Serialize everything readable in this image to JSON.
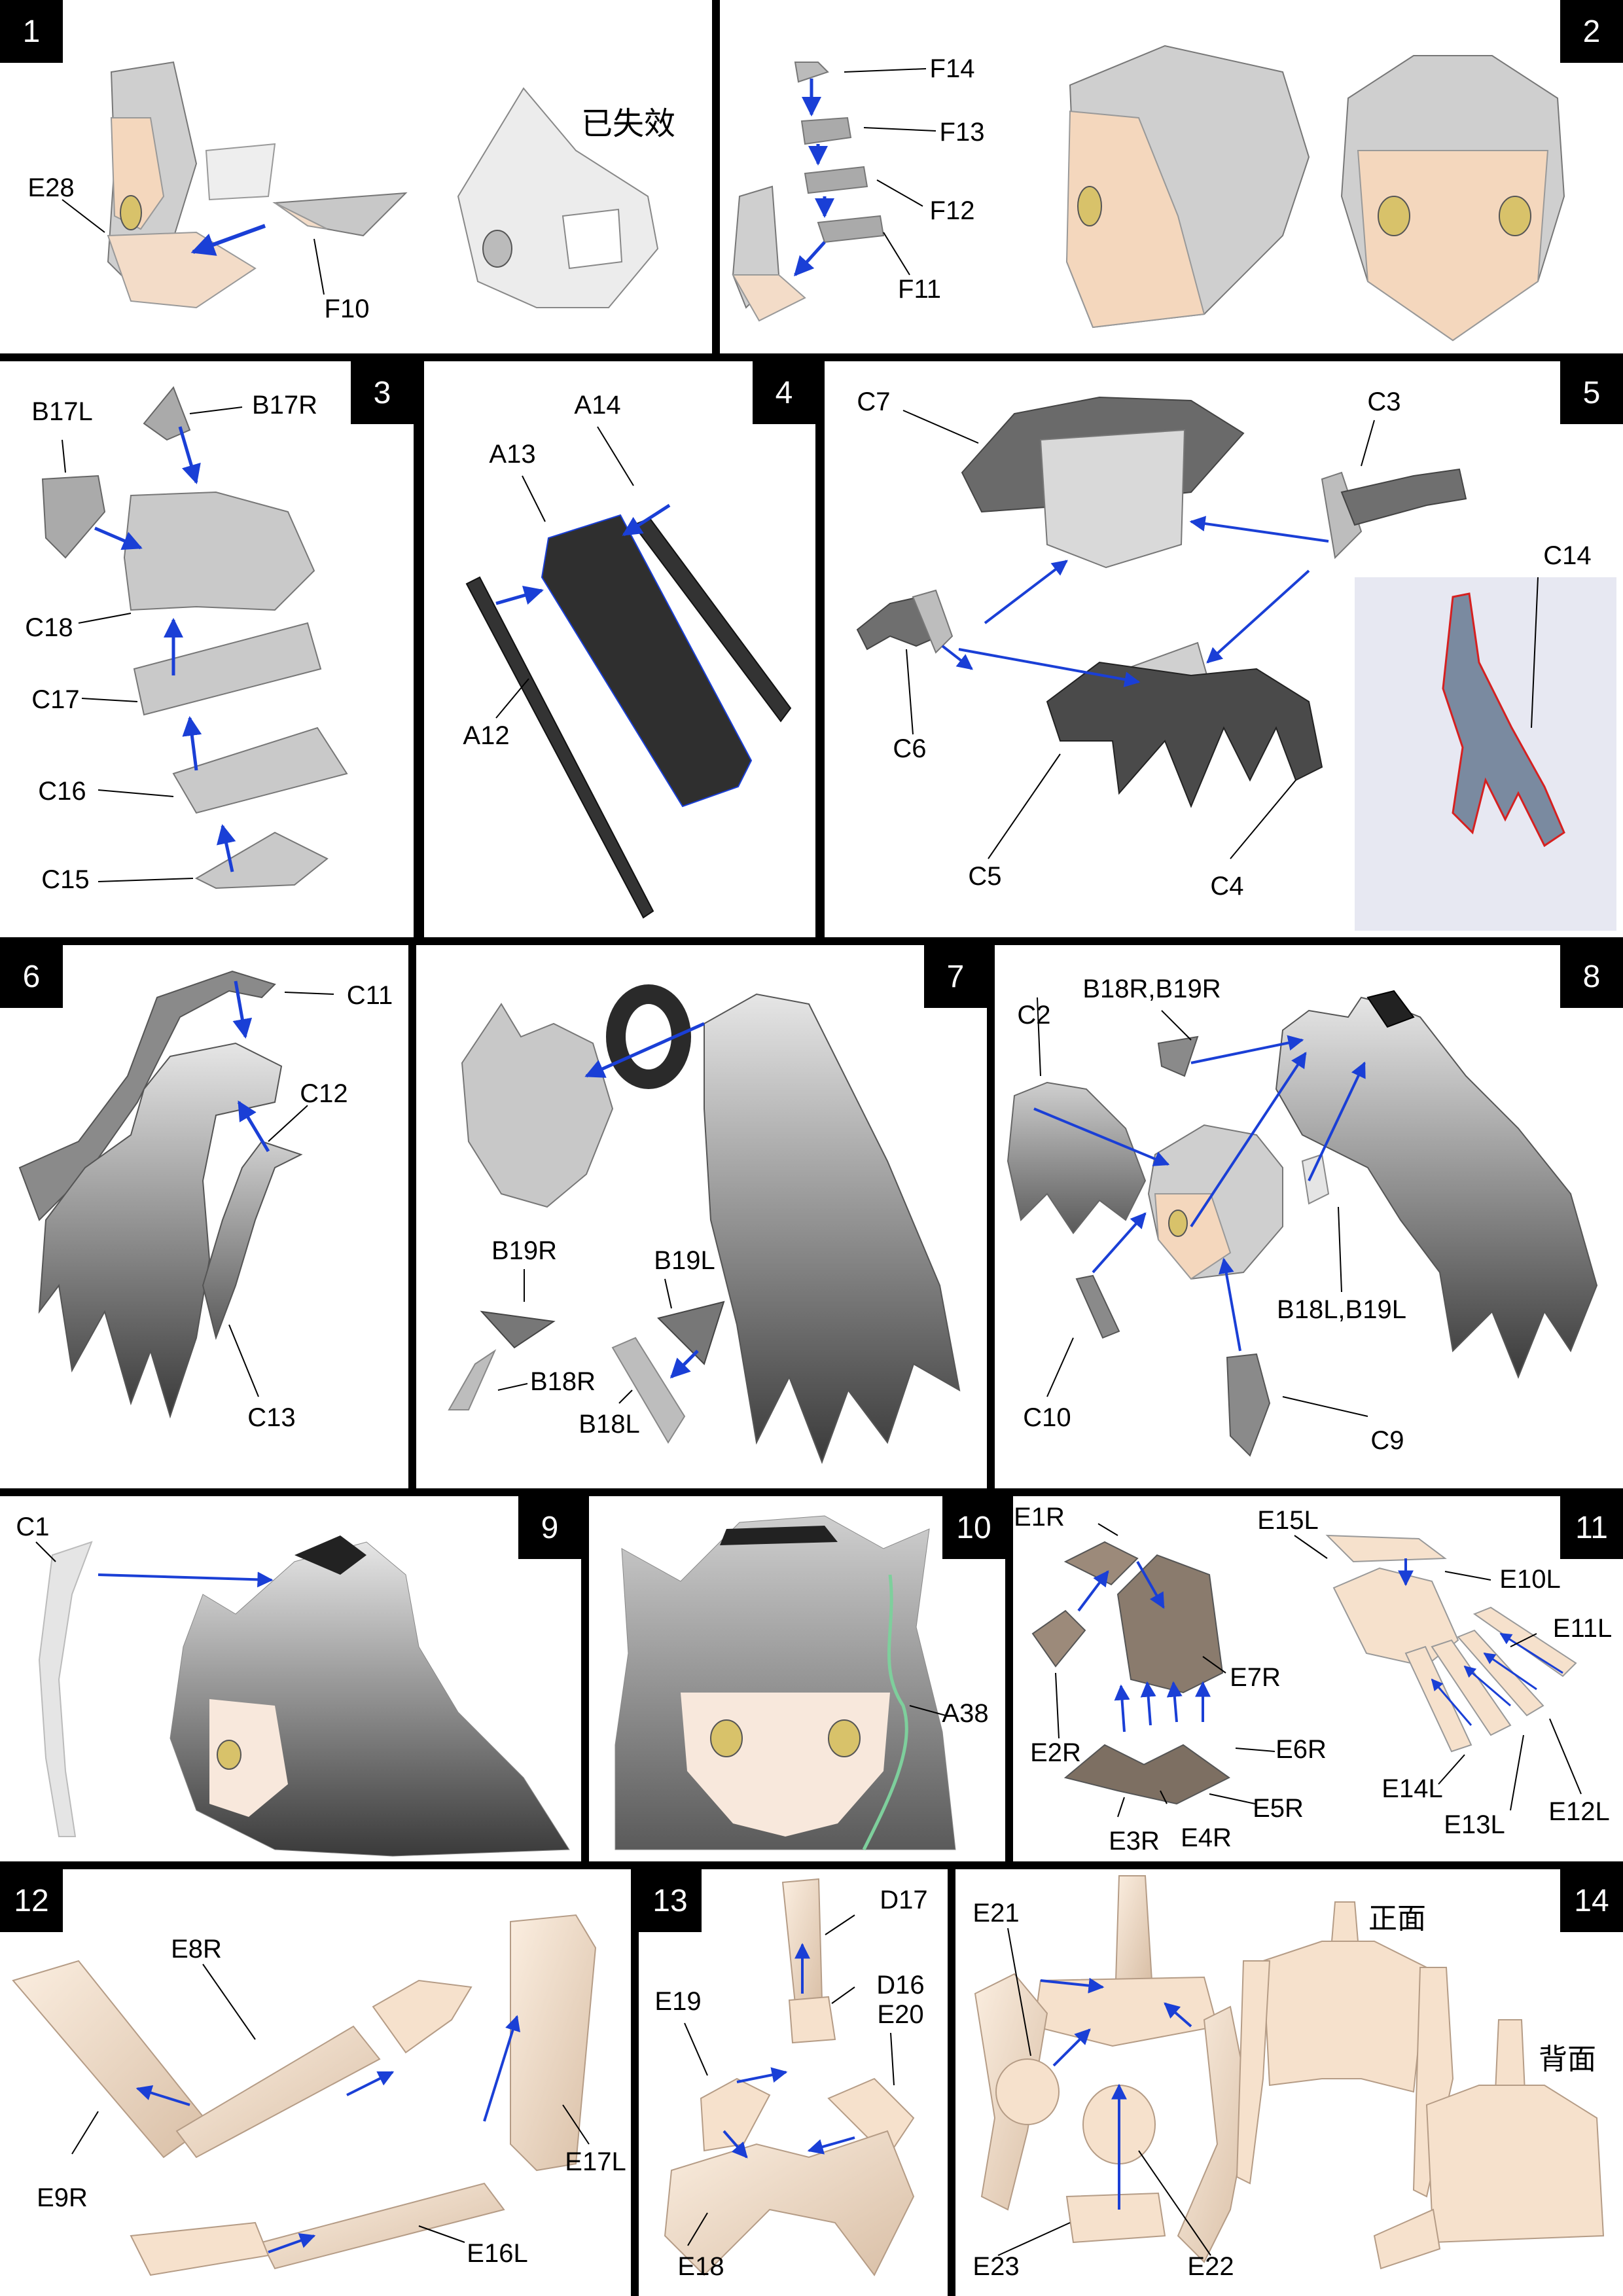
{
  "panels": [
    {
      "number": "1",
      "labels": {
        "e28": "E28",
        "f10": "F10"
      },
      "note": "已失效"
    },
    {
      "number": "2",
      "labels": {
        "f14": "F14",
        "f13": "F13",
        "f12": "F12",
        "f11": "F11"
      }
    },
    {
      "number": "3",
      "labels": {
        "b17l": "B17L",
        "b17r": "B17R",
        "c18": "C18",
        "c17": "C17",
        "c16": "C16",
        "c15": "C15"
      }
    },
    {
      "number": "4",
      "labels": {
        "a14": "A14",
        "a13": "A13",
        "a12": "A12"
      }
    },
    {
      "number": "5",
      "labels": {
        "c7": "C7",
        "c3": "C3",
        "c14": "C14",
        "c6": "C6",
        "c5": "C5",
        "c4": "C4"
      }
    },
    {
      "number": "6",
      "labels": {
        "c11": "C11",
        "c12": "C12",
        "c13": "C13"
      }
    },
    {
      "number": "7",
      "labels": {
        "b19r": "B19R",
        "b19l": "B19L",
        "b18r": "B18R",
        "b18l": "B18L"
      }
    },
    {
      "number": "8",
      "labels": {
        "b18r_b19r": "B18R,B19R",
        "c2": "C2",
        "b18l_b19l": "B18L,B19L",
        "c10": "C10",
        "c9": "C9"
      }
    },
    {
      "number": "9",
      "labels": {
        "c1": "C1"
      }
    },
    {
      "number": "10",
      "labels": {
        "a38": "A38"
      }
    },
    {
      "number": "11",
      "labels": {
        "e1r": "E1R",
        "e15l": "E15L",
        "e10l": "E10L",
        "e11l": "E11L",
        "e7r": "E7R",
        "e2r": "E2R",
        "e6r": "E6R",
        "e5r": "E5R",
        "e4r": "E4R",
        "e3r": "E3R",
        "e14l": "E14L",
        "e13l": "E13L",
        "e12l": "E12L"
      }
    },
    {
      "number": "12",
      "labels": {
        "e8r": "E8R",
        "e9r": "E9R",
        "e17l": "E17L",
        "e16l": "E16L"
      }
    },
    {
      "number": "13",
      "labels": {
        "d17": "D17",
        "d16": "D16",
        "e19": "E19",
        "e20": "E20",
        "e18": "E18"
      }
    },
    {
      "number": "14",
      "labels": {
        "e21": "E21",
        "e23": "E23",
        "e22": "E22"
      },
      "front": "正面",
      "back": "背面"
    }
  ],
  "colors": {
    "arrow": "#1a3fd6",
    "skin": "#f6e1cc",
    "hair_light": "#d9d9d9",
    "hair_dark": "#4a4a4a",
    "highlight": "#d62020"
  }
}
